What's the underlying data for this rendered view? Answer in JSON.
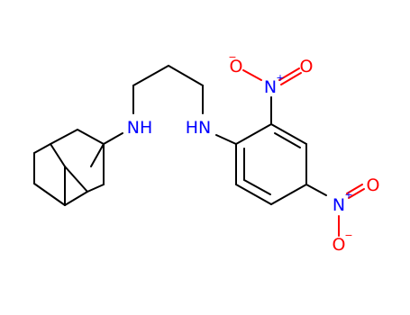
{
  "molecule": {
    "colors": {
      "carbon": "#000000",
      "nitrogen": "#0000ff",
      "oxygen": "#ff0000"
    },
    "labels": {
      "nh_left": "NH",
      "nh_right": "HN",
      "n_nitro_top": "N",
      "n_nitro_bottom": "N",
      "o_top_left": "O",
      "o_top_right": "O",
      "o_bottom_right": "O",
      "o_bottom_below": "O",
      "charge_plus_top": "+",
      "charge_minus_top": "−",
      "charge_plus_bottom": "+",
      "charge_minus_bottom": "−"
    }
  }
}
